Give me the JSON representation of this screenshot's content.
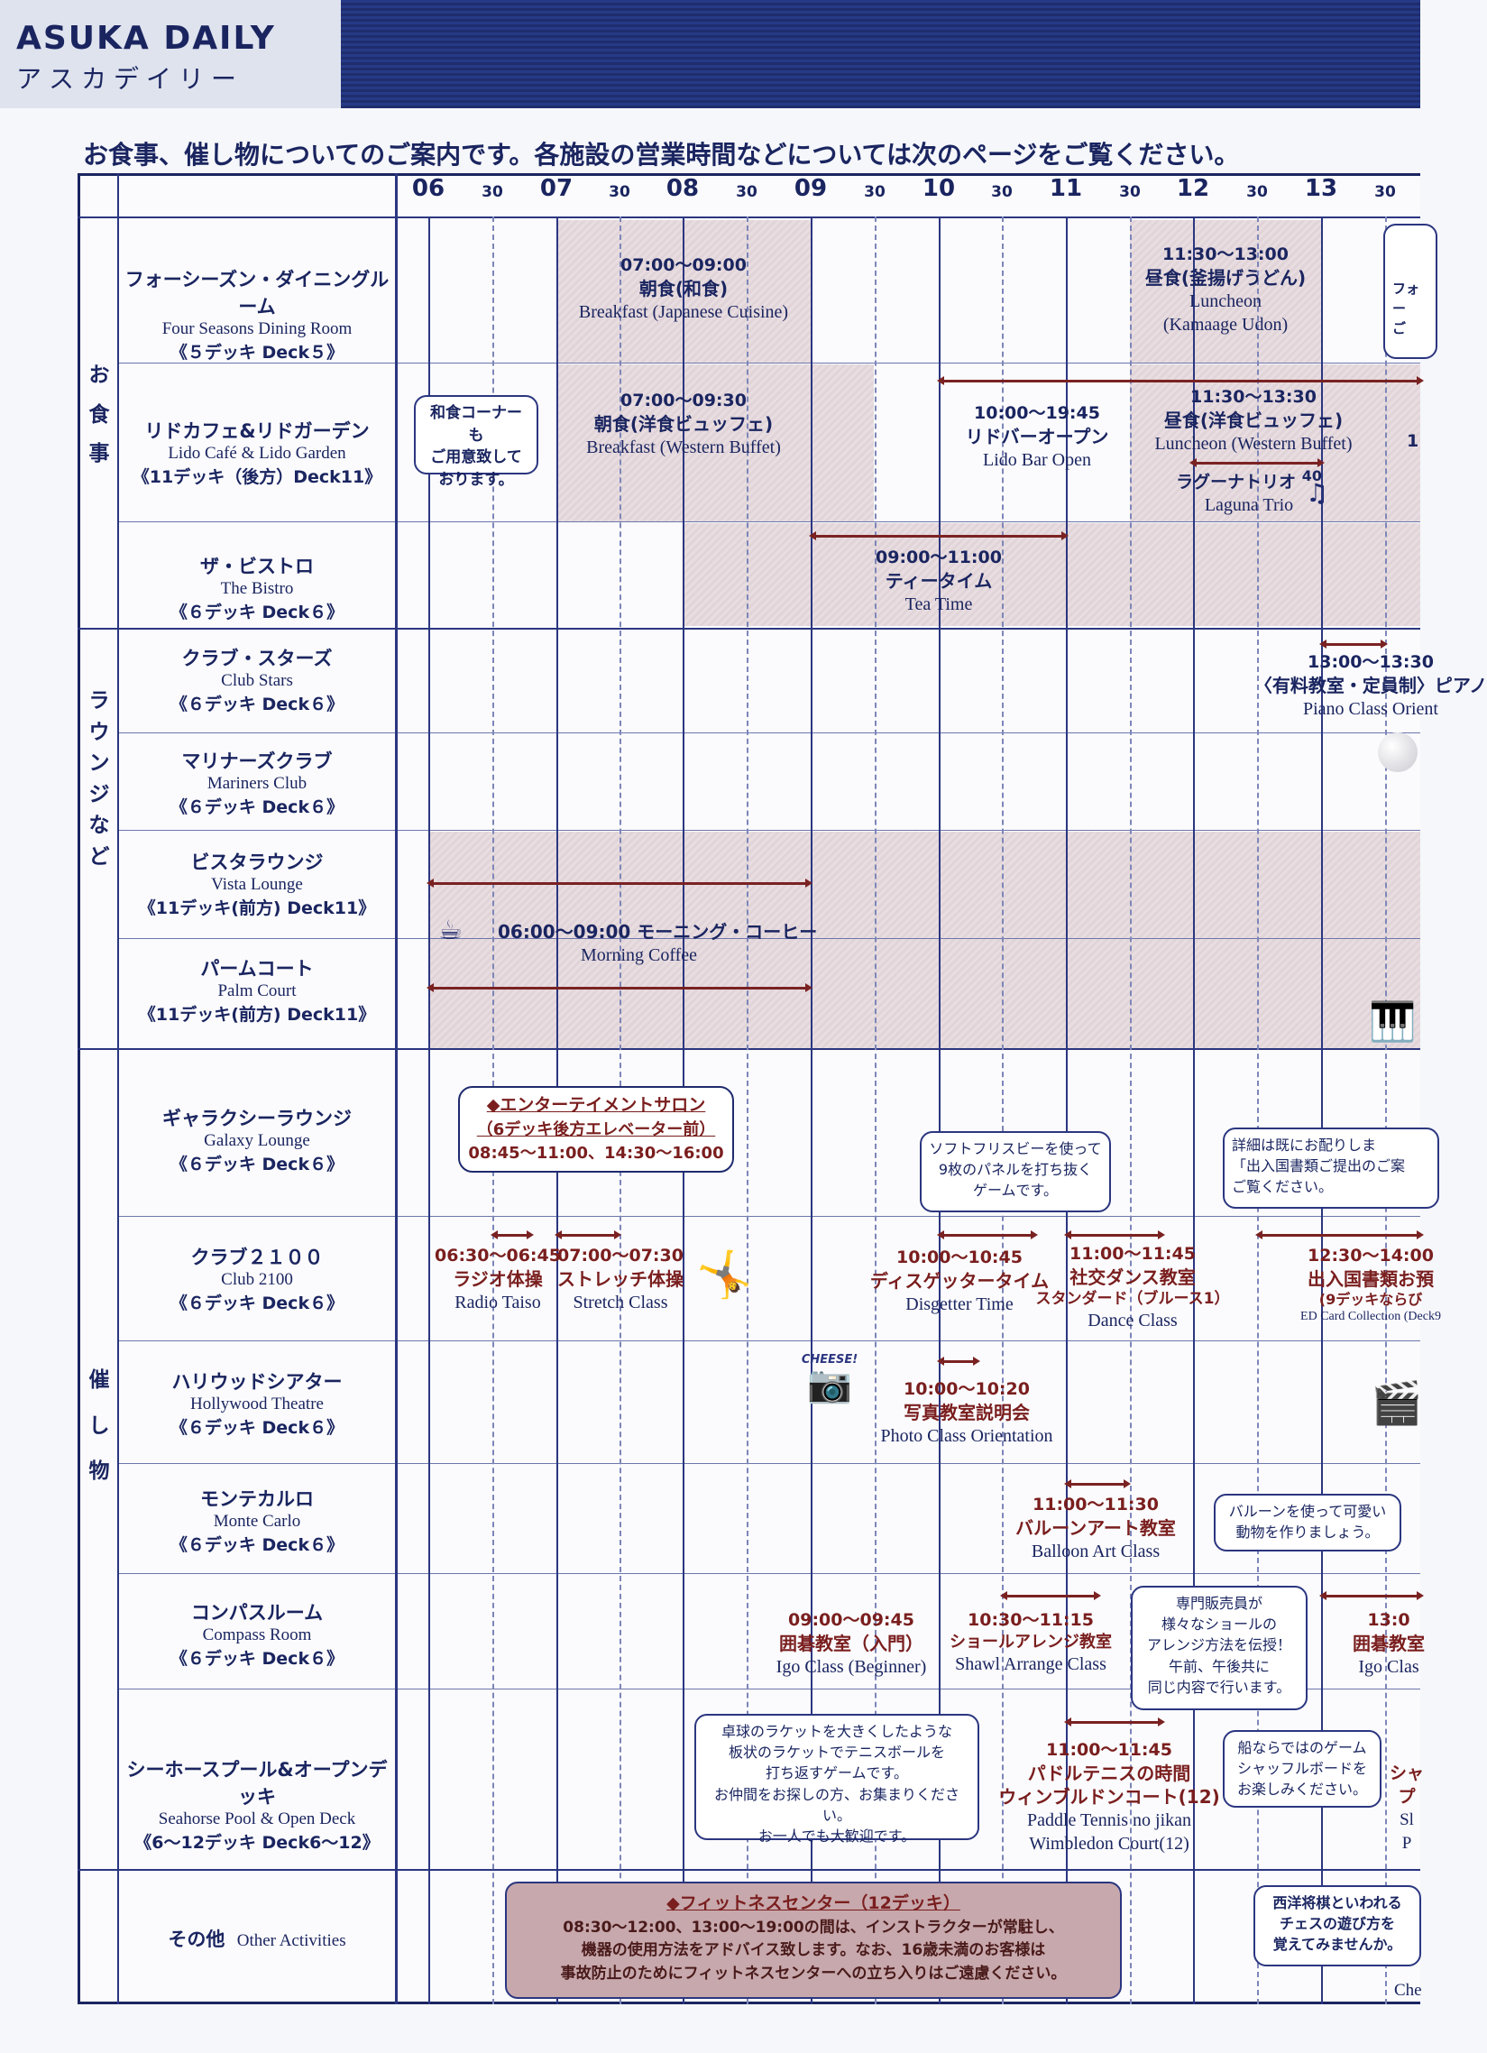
{
  "header": {
    "logo_en": "ASUKA DAILY",
    "logo_jp": "アスカデイリー"
  },
  "intro": "お食事、催し物についてのご案内です。各施設の営業時間などについては次のページをご覧ください。",
  "timeline": {
    "hours": [
      "06",
      "07",
      "08",
      "09",
      "10",
      "11",
      "12",
      "13"
    ],
    "half": "30"
  },
  "categories": {
    "meals": "お食事",
    "lounges": "ラウンジなど",
    "events": "催し物"
  },
  "rows": [
    {
      "jp": "フォーシーズン・ダイニングルーム",
      "en": "Four Seasons Dining Room",
      "deck": "《５デッキ Deck５》"
    },
    {
      "jp": "リドカフェ&リドガーデン",
      "en": "Lido Café & Lido Garden",
      "deck": "《11デッキ（後方）Deck11》"
    },
    {
      "jp": "ザ・ビストロ",
      "en": "The Bistro",
      "deck": "《６デッキ Deck６》"
    },
    {
      "jp": "クラブ・スターズ",
      "en": "Club Stars",
      "deck": "《６デッキ Deck６》"
    },
    {
      "jp": "マリナーズクラブ",
      "en": "Mariners Club",
      "deck": "《６デッキ Deck６》"
    },
    {
      "jp": "ビスタラウンジ",
      "en": "Vista Lounge",
      "deck": "《11デッキ(前方) Deck11》"
    },
    {
      "jp": "パームコート",
      "en": "Palm Court",
      "deck": "《11デッキ(前方) Deck11》"
    },
    {
      "jp": "ギャラクシーラウンジ",
      "en": "Galaxy Lounge",
      "deck": "《６デッキ Deck６》"
    },
    {
      "jp": "クラブ２１００",
      "en": "Club 2100",
      "deck": "《６デッキ Deck６》"
    },
    {
      "jp": "ハリウッドシアター",
      "en": "Hollywood Theatre",
      "deck": "《６デッキ Deck６》"
    },
    {
      "jp": "モンテカルロ",
      "en": "Monte Carlo",
      "deck": "《６デッキ Deck６》"
    },
    {
      "jp": "コンパスルーム",
      "en": "Compass Room",
      "deck": "《６デッキ Deck６》"
    },
    {
      "jp": "シーホースプール&オープンデッキ",
      "en": "Seahorse Pool & Open Deck",
      "deck": "《6～12デッキ Deck6～12》"
    },
    {
      "jp": "その他",
      "en": "Other Activities",
      "deck": ""
    }
  ],
  "events": {
    "breakfast_jp": {
      "time": "07:00～09:00",
      "jp": "朝食(和食)",
      "en": "Breakfast (Japanese Cuisine)"
    },
    "lunch_udon": {
      "time": "11:30～13:00",
      "jp": "昼食(釜揚げうどん)",
      "en": "Luncheon",
      "en2": "(Kamaage Udon)"
    },
    "fs_partial": "フォー\nご",
    "breakfast_w": {
      "time": "07:00～09:30",
      "jp": "朝食(洋食ビュッフェ)",
      "en": "Breakfast (Western Buffet)"
    },
    "lido_bar": {
      "time": "10:00～19:45",
      "jp": "リドバーオープン",
      "en": "Lido Bar Open"
    },
    "lunch_w": {
      "time": "11:30～13:30",
      "jp": "昼食(洋食ビュッフェ)",
      "en": "Luncheon (Western Buffet)"
    },
    "laguna": {
      "jp": "ラグーナトリオ",
      "num": "40",
      "en": "Laguna Trio"
    },
    "wa_note": "和食コーナーも\nご用意致して\nおります。",
    "lido_partial": "1",
    "tea": {
      "time": "09:00～11:00",
      "jp": "ティータイム",
      "en": "Tea Time"
    },
    "piano": {
      "time": "13:00～13:30",
      "jp": "〈有料教室・定員制〉ピアノ",
      "en": "Piano Class Orient"
    },
    "coffee": {
      "time": "06:00～09:00",
      "jp": "モーニング・コーヒー",
      "en": "Morning  Coffee"
    },
    "salon": {
      "title": "◆エンターテイメントサロン",
      "sub": "（6デッキ後方エレベーター前）",
      "time": "08:45～11:00、14:30～16:00"
    },
    "disgetter_note": "ソフトフリスビーを使って\n9枚のパネルを打ち抜く\nゲームです。",
    "immig_note": "詳細は既にお配りしま\n「出入国書類ご提出のご案\nご覧ください。",
    "radio": {
      "time": "06:30～06:45",
      "jp": "ラジオ体操",
      "en": "Radio Taiso"
    },
    "stretch": {
      "time": "07:00～07:30",
      "jp": "ストレッチ体操",
      "en": "Stretch Class"
    },
    "disgetter": {
      "time": "10:00～10:45",
      "jp": "ディスゲッタータイム",
      "en": "Disgetter Time"
    },
    "dance": {
      "time": "11:00～11:45",
      "jp": "社交ダンス教室",
      "jp2": "スタンダード（ブルース1）",
      "en": "Dance Class"
    },
    "immig": {
      "time": "12:30～14:00",
      "jp": "出入国書類お預",
      "jp2": "(9デッキならび",
      "en": "ED Card Collection (Deck9"
    },
    "photo": {
      "time": "10:00～10:20",
      "jp": "写真教室説明会",
      "en": "Photo Class Orientation",
      "stamp": "CHEESE!"
    },
    "balloon": {
      "time": "11:00～11:30",
      "jp": "バルーンアート教室",
      "en": "Balloon Art Class"
    },
    "balloon_note": "バルーンを使って可愛い\n動物を作りましょう。",
    "igo": {
      "time": "09:00～09:45",
      "jp": "囲碁教室（入門）",
      "en": "Igo Class (Beginner)"
    },
    "shawl": {
      "time": "10:30～11:15",
      "jp": "ショールアレンジ教室",
      "en": "Shawl Arrange Class"
    },
    "shawl_note": "専門販売員が\n様々なショールの\nアレンジ方法を伝授！\n午前、午後共に\n同じ内容で行います。",
    "igo2": {
      "time": "13:0",
      "jp": "囲碁教室",
      "en": "Igo Clas"
    },
    "tennis_note": "卓球のラケットを大きくしたような\n板状のラケットでテニスボールを\n打ち返すゲームです。\nお仲間をお探しの方、お集まりください。\nお一人でも大歓迎です。",
    "tennis": {
      "time": "11:00～11:45",
      "jp": "パドルテニスの時間",
      "jp2": "ウィンブルドンコート(12)",
      "en": "Paddle Tennis no jikan",
      "en2": "Wimbledon Court(12)"
    },
    "shuffle_note": "船ならではのゲーム\nシャッフルボードを\nお楽しみください。",
    "shuffle_partial": {
      "a": "シャ",
      "b": "プ",
      "c": "Sl",
      "d": "P"
    },
    "fitness": {
      "title": "◆フィットネスセンター（12デッキ）",
      "body": "08:30～12:00、13:00～19:00の間は、インストラクターが常駐し、\n機器の使用方法をアドバイス致します。なお、16歳未満のお客様は\n事故防止のためにフィットネスセンターへの立ち入りはご遠慮ください。"
    },
    "chess_note": "西洋将棋といわれる\nチェスの遊び方を\n覚えてみませんか。",
    "chess_partial": "Che"
  }
}
